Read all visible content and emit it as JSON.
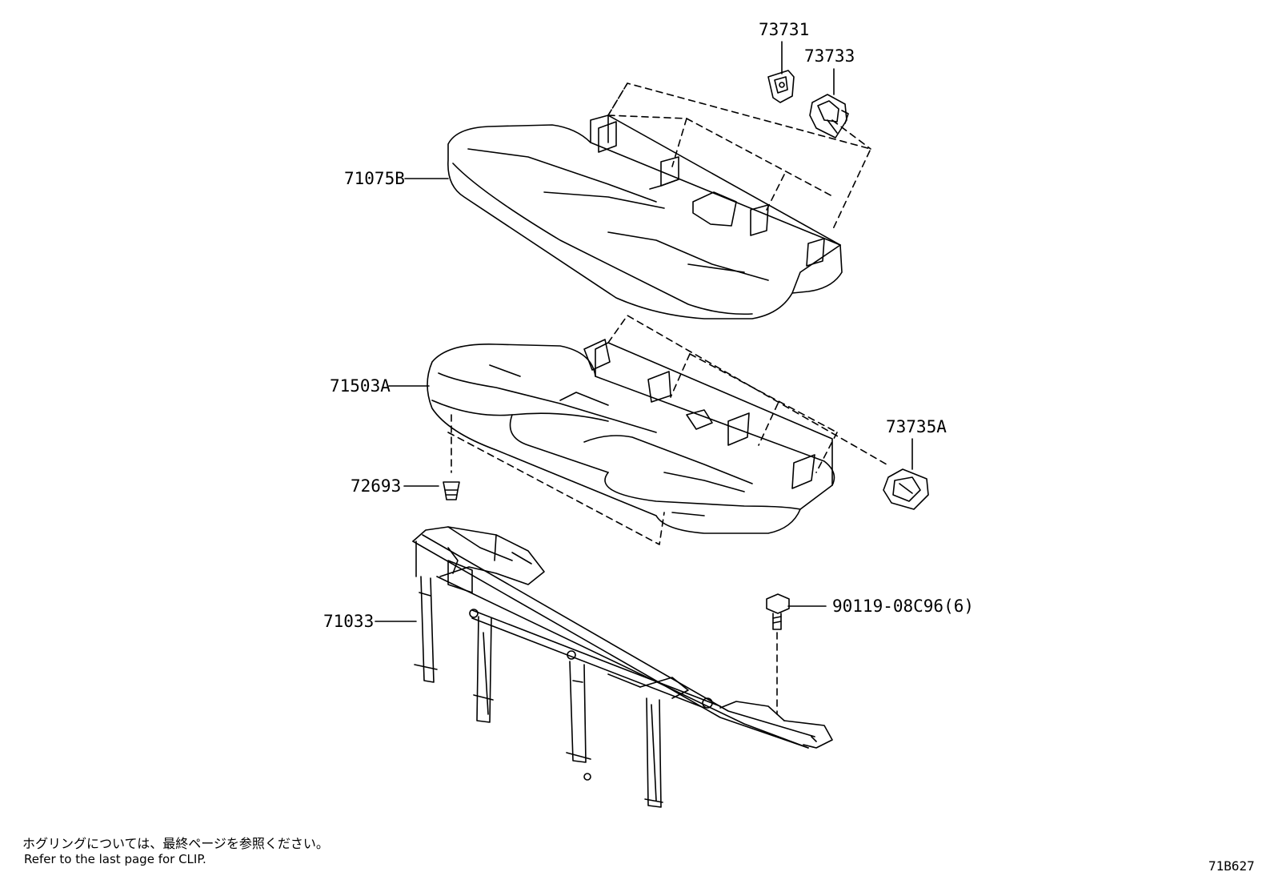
{
  "parts": [
    {
      "id": "p-73731",
      "label": "73731"
    },
    {
      "id": "p-73733",
      "label": "73733"
    },
    {
      "id": "p-71075B",
      "label": "71075B"
    },
    {
      "id": "p-71503A",
      "label": "71503A"
    },
    {
      "id": "p-73735A",
      "label": "73735A"
    },
    {
      "id": "p-72693",
      "label": "72693"
    },
    {
      "id": "p-71033",
      "label": "71033"
    },
    {
      "id": "p-90119",
      "label": "90119-08C96(6)"
    }
  ],
  "notes": {
    "jp": "ホグリングについては、最終ページを参照ください。",
    "en": "Refer to the last page for CLIP."
  },
  "figure_id": "71B627"
}
